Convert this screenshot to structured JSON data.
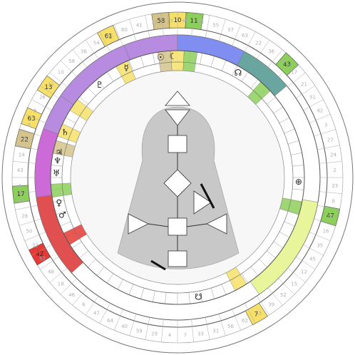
{
  "gate_ring": [
    {
      "gate": "13",
      "color": "#f6e06a"
    },
    {
      "gate": "61",
      "color": "#f6e06a"
    },
    {
      "gate": "58",
      "color": "#d4c38b"
    },
    {
      "gate": "10",
      "color": "#f6e06a"
    },
    {
      "gate": "11",
      "color": "#8ccf5a"
    },
    {
      "gate": "43",
      "color": "#8ccf5a"
    },
    {
      "gate": "47",
      "color": "#8ccf5a"
    },
    {
      "gate": "7",
      "color": "#f6e06a"
    },
    {
      "gate": "42",
      "color": "#e53935"
    },
    {
      "gate": "17",
      "color": "#8ccf5a"
    },
    {
      "gate": "22",
      "color": "#d4c38b"
    },
    {
      "gate": "63",
      "color": "#f6e06a"
    }
  ],
  "dim_numbers": [
    "49",
    "30",
    "55",
    "37",
    "63",
    "22",
    "36",
    "25",
    "17",
    "21",
    "51",
    "42",
    "3",
    "27",
    "24",
    "2",
    "23",
    "8",
    "20",
    "16",
    "35",
    "45",
    "12",
    "15",
    "52",
    "39",
    "53",
    "62",
    "56",
    "31",
    "33",
    "7",
    "4",
    "29",
    "59",
    "40",
    "64",
    "47",
    "6",
    "46",
    "18",
    "48",
    "57",
    "32",
    "50",
    "28",
    "44",
    "1",
    "43",
    "14",
    "34",
    "9",
    "5",
    "26",
    "11",
    "10",
    "58",
    "38",
    "54",
    "61",
    "60",
    "41",
    "19",
    "13"
  ],
  "planets": [
    {
      "name": "sun-icon",
      "glyph": "☉"
    },
    {
      "name": "earth-icon",
      "glyph": "⊕"
    },
    {
      "name": "moon-icon",
      "glyph": "☾"
    },
    {
      "name": "north-node-icon",
      "glyph": "☊"
    },
    {
      "name": "south-node-icon",
      "glyph": "☋"
    },
    {
      "name": "mercury-icon",
      "glyph": "☿"
    },
    {
      "name": "venus-icon",
      "glyph": "♀"
    },
    {
      "name": "mars-icon",
      "glyph": "♂"
    },
    {
      "name": "jupiter-icon",
      "glyph": "♃"
    },
    {
      "name": "saturn-icon",
      "glyph": "♄"
    },
    {
      "name": "uranus-icon",
      "glyph": "♅"
    },
    {
      "name": "neptune-icon",
      "glyph": "♆"
    },
    {
      "name": "pluto-icon",
      "glyph": "♇"
    }
  ],
  "colors": {
    "purple": "#b78ce0",
    "blue": "#7f8ef0",
    "teal": "#6aa6a0",
    "yellow_green": "#e9f59a",
    "red": "#e05050",
    "magenta": "#cc6ad8",
    "gray_center": "#d8d8d8"
  }
}
